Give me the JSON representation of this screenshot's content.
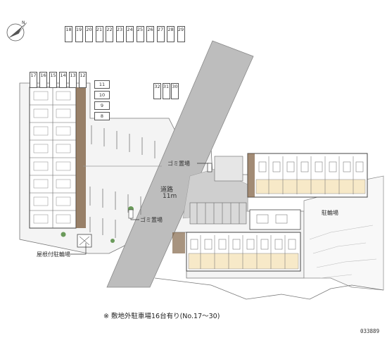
{
  "labels": {
    "garbage_top": "ゴミ置場",
    "garbage_bottom": "ゴミ置場",
    "road": "道路",
    "road_width": "11m",
    "bike_parking": "駐輪場",
    "covered_bike_parking": "屋根付駐輪場"
  },
  "offsite_parking": {
    "top_row": [
      "18",
      "19",
      "20",
      "21",
      "22",
      "23",
      "24",
      "25",
      "26",
      "27",
      "28",
      "29"
    ],
    "left_row": [
      "17",
      "16",
      "15",
      "14",
      "13",
      "12"
    ],
    "left_column": [
      "11",
      "10",
      "9",
      "8"
    ],
    "right_group": [
      "32",
      "31",
      "30"
    ]
  },
  "footnote": "※ 敷地外駐車場16台有り(No.17〜30)",
  "code": "033889",
  "icons": [
    "north-arrow-icon"
  ],
  "colors": {
    "road": "#bdbdbd",
    "building": "#ffffff",
    "hatch": "#7a5a3a",
    "balcony": "#f7e9c8",
    "ground": "#f0f0f0"
  }
}
